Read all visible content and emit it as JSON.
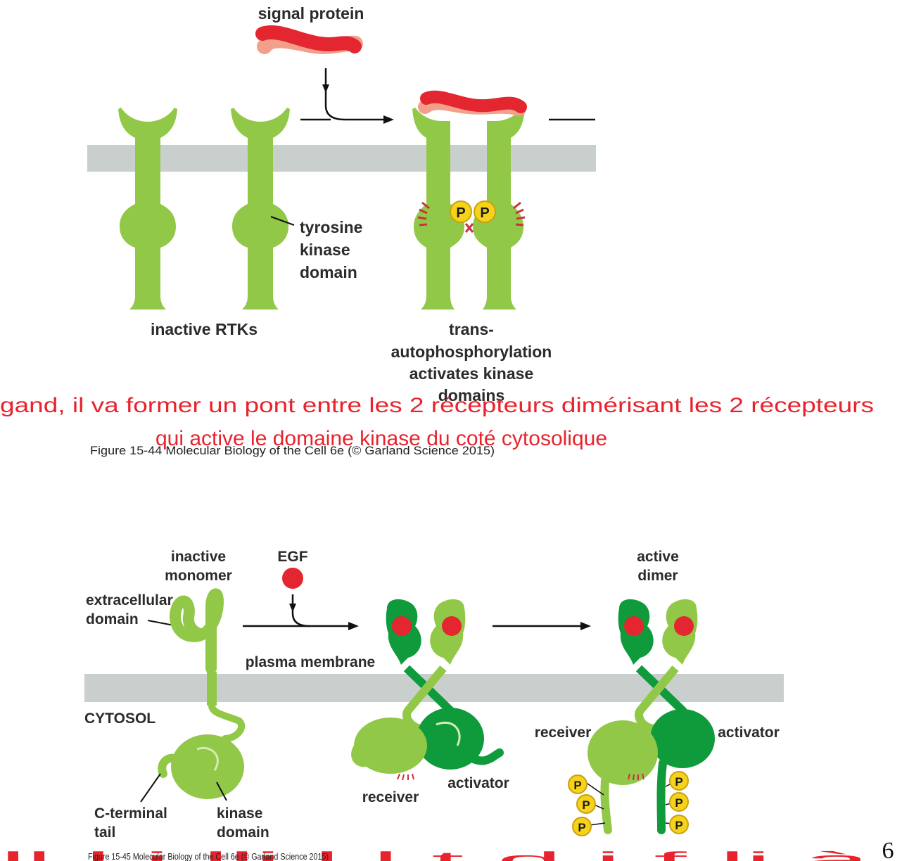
{
  "figure1": {
    "signal_protein": "signal protein",
    "tyrosine_kinase_domain": [
      "tyrosine",
      "kinase",
      "domain"
    ],
    "inactive_rtks": "inactive RTKs",
    "trans_auto": [
      "trans-",
      "autophosphorylation",
      "activates kinase",
      "domains"
    ],
    "phospho": "P",
    "caption": "Figure 15-44  Molecular Biology of the Cell 6e (© Garland Science 2015)"
  },
  "overlay_text_1": {
    "line1": "gand, il va former un pont entre les 2 récepteurs dimérisant les 2 récepteurs",
    "line2": "qui active le domaine kinase du coté cytosolique"
  },
  "figure2": {
    "inactive_monomer": [
      "inactive",
      "monomer"
    ],
    "egf": "EGF",
    "active_dimer": [
      "active",
      "dimer"
    ],
    "extracellular_domain": [
      "extracellular",
      "domain"
    ],
    "plasma_membrane": "plasma membrane",
    "cytosol": "CYTOSOL",
    "receiver_mid": "receiver",
    "activator_mid": "activator",
    "receiver_right": "receiver",
    "activator_right": "activator",
    "c_terminal_tail": [
      "C-terminal",
      "tail"
    ],
    "kinase_domain": [
      "kinase",
      "domain"
    ],
    "phospho": "P",
    "caption": "Figure 15-45  Molecular Biology of the Cell 6e (© Garland Science 2015)"
  },
  "overlay_text_2": {
    "line1": "ll  l  i              lli l             l          t  d      i            f              li  à"
  },
  "page_number": "6",
  "colors": {
    "membrane": "#c9cfcc",
    "light_green": "#92c848",
    "dark_green": "#0f9a3c",
    "red_ligand": "#e3262f",
    "pink_ligand": "#f2a08b",
    "phospho_yellow": "#f6d21a",
    "overlay_red": "#e8232d"
  }
}
